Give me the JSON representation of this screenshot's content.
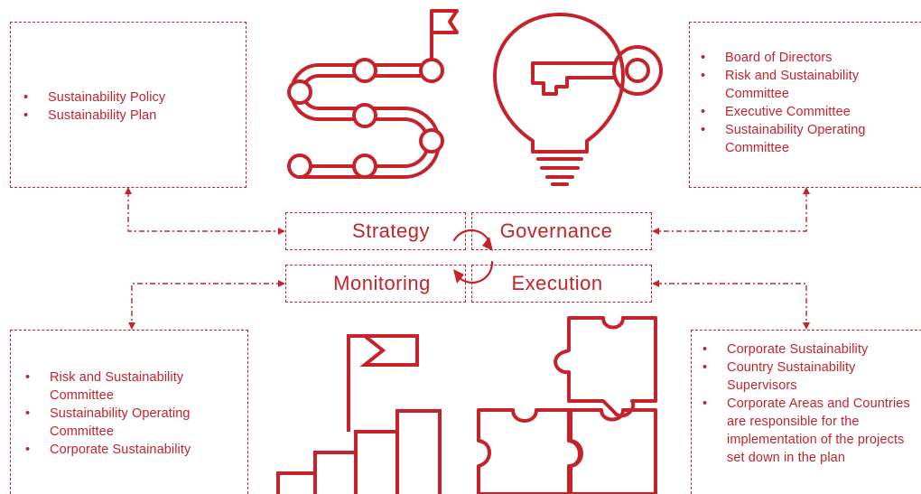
{
  "quadrants": {
    "strategy": {
      "label": "Strategy",
      "items": [
        "Sustainability Policy",
        "Sustainability Plan"
      ]
    },
    "governance": {
      "label": "Governance",
      "items": [
        "Board of Directors",
        "Risk and Sustainability Committee",
        "Executive Committee",
        "Sustainability Operating Committee"
      ]
    },
    "monitoring": {
      "label": "Monitoring",
      "items": [
        "Risk and Sustainability Committee",
        "Sustainability Operating Committee",
        "Corporate Sustainability"
      ]
    },
    "execution": {
      "label": "Execution",
      "items": [
        "Corporate Sustainability",
        "Country Sustainability Supervisors",
        "Corporate Areas and Countries are responsible for the implementation of the projects set down in the plan"
      ]
    }
  },
  "icons": [
    "road-path-flag-icon",
    "lightbulb-key-icon",
    "steps-flag-icon",
    "puzzle-pieces-icon",
    "cycle-arrows-icon"
  ],
  "colors": {
    "accent": "#c4232b",
    "background": "#ffffff"
  }
}
